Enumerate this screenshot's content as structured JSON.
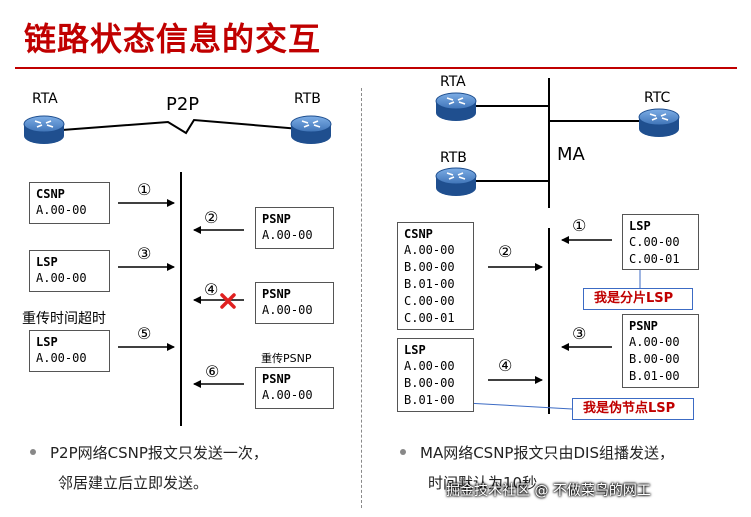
{
  "title": "链路状态信息的交互",
  "left": {
    "router_a": "RTA",
    "router_b": "RTB",
    "link_label": "P2P",
    "steps": [
      "①",
      "②",
      "③",
      "④",
      "⑤",
      "⑥"
    ],
    "csnp": {
      "type": "CSNP",
      "value": "A.00-00"
    },
    "psnp1": {
      "type": "PSNP",
      "value": "A.00-00"
    },
    "lsp1": {
      "type": "LSP",
      "value": "A.00-00"
    },
    "psnp2": {
      "type": "PSNP",
      "value": "A.00-00"
    },
    "timeout_label": "重传时间超时",
    "lsp2": {
      "type": "LSP",
      "value": "A.00-00"
    },
    "retrans_label": "重传PSNP",
    "psnp3": {
      "type": "PSNP",
      "value": "A.00-00"
    },
    "bullet_line1": "P2P网络CSNP报文只发送一次，",
    "bullet_line2": "邻居建立后立即发送。"
  },
  "right": {
    "router_a": "RTA",
    "router_b": "RTB",
    "router_c": "RTC",
    "network_label": "MA",
    "steps": [
      "①",
      "②",
      "③",
      "④"
    ],
    "lsp_c": {
      "type": "LSP",
      "values": [
        "C.00-00",
        "C.00-01"
      ]
    },
    "fragment_note": "我是分片LSP",
    "csnp": {
      "type": "CSNP",
      "values": [
        "A.00-00",
        "B.00-00",
        "B.01-00",
        "C.00-00",
        "C.00-01"
      ]
    },
    "psnp": {
      "type": "PSNP",
      "values": [
        "A.00-00",
        "B.00-00",
        "B.01-00"
      ]
    },
    "lsp_b": {
      "type": "LSP",
      "values": [
        "A.00-00",
        "B.00-00",
        "B.01-00"
      ]
    },
    "pseudonode_note": "我是伪节点LSP",
    "bullet_line1": "MA网络CSNP报文只由DIS组播发送，",
    "bullet_line2": "时间默认为10秒。"
  },
  "watermark": "掘金技术社区 @ 不做菜鸟的网工",
  "colors": {
    "title": "#c00000",
    "router_top": "#4a7fc0",
    "router_side": "#1f4f8f",
    "drop_mark": "#e02020",
    "note_border": "#3c6bc4"
  }
}
